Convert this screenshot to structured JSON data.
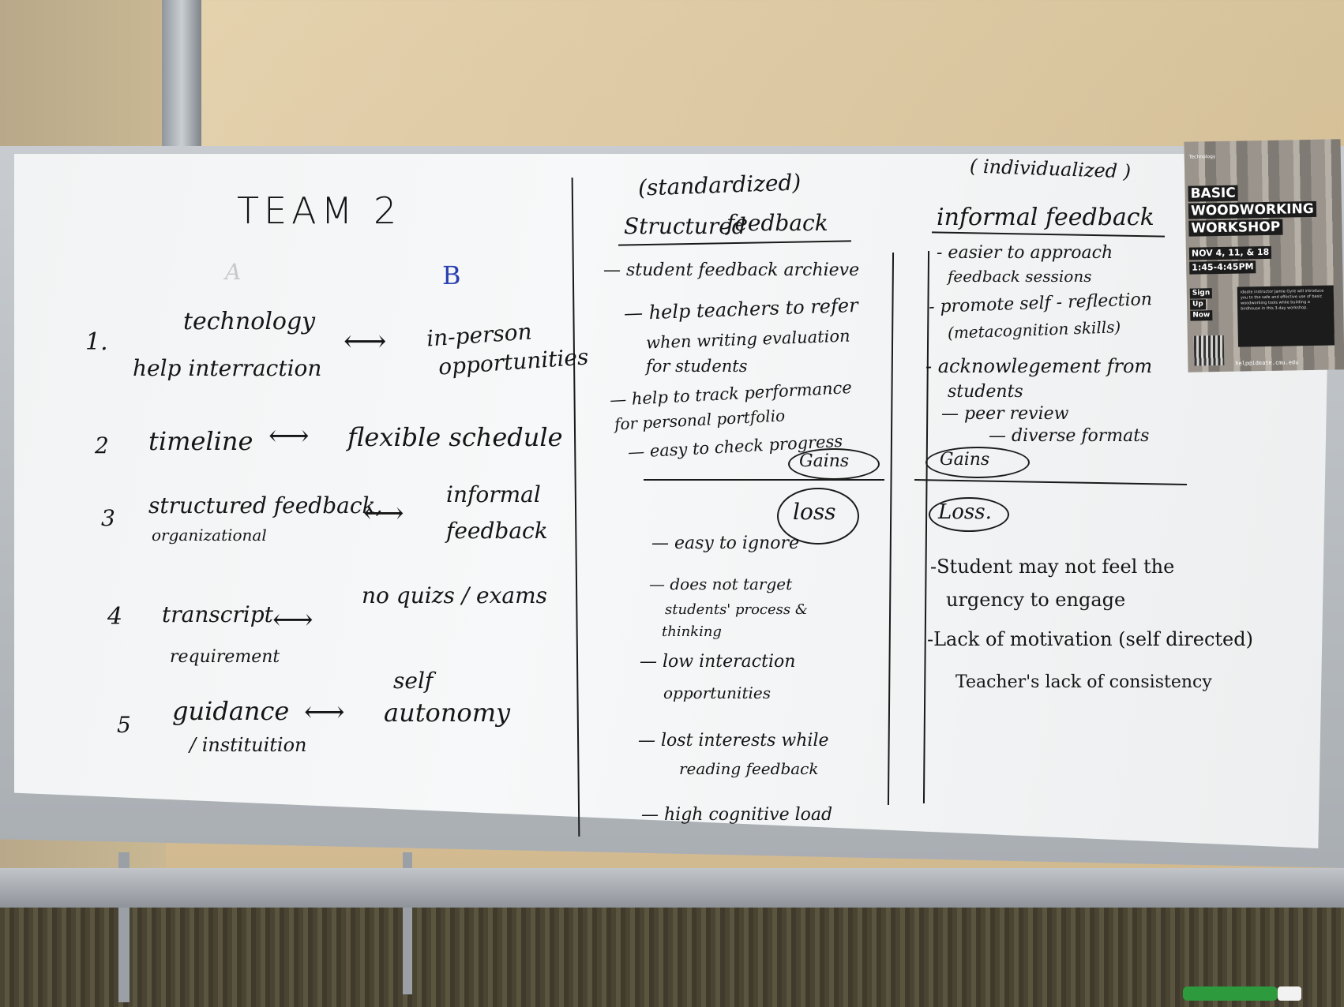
{
  "left": {
    "title": "TEAM 2",
    "col_a": "A",
    "col_b": "B",
    "rows": [
      {
        "num": "1.",
        "a1": "technology",
        "a2": "help interraction",
        "arrow": "⟷",
        "b1": "in-person",
        "b2": "opportunities"
      },
      {
        "num": "2",
        "a1": "timeline",
        "arrow": "⟷",
        "b1": "flexible schedule"
      },
      {
        "num": "3",
        "a1": "structured feedback,",
        "a2": "organizational",
        "arrow": "⟷",
        "b1": "informal",
        "b2": "feedback"
      },
      {
        "num": "4",
        "a1": "transcript",
        "a2": "requirement",
        "arrow": "⟷",
        "b1": "no quizs / exams"
      },
      {
        "num": "5",
        "a1": "guidance",
        "a2": "/ instituition",
        "arrow": "⟷",
        "b1": "self",
        "b2": "autonomy"
      }
    ]
  },
  "middle": {
    "sub": "(standardized)",
    "heading_a": "Structured",
    "heading_b": "feedback",
    "gains_items": [
      "— student feedback archieve",
      "— help teachers to refer",
      "when writing evaluation",
      "for students",
      "— help to track performance",
      "for personal portfolio",
      "— easy to check progress"
    ],
    "gains_label": "Gains",
    "loss_label": "loss",
    "loss_items": [
      "— easy to ignore",
      "— does not target",
      "students' process &",
      "thinking",
      "— low interaction",
      "opportunities",
      "— lost interests while",
      "reading feedback",
      "— high cognitive load"
    ]
  },
  "right": {
    "sub": "( individualized )",
    "heading": "informal feedback",
    "gains_items": [
      "- easier to approach",
      "feedback sessions",
      "- promote self - reflection",
      "(metacognition skills)",
      "- acknowlegement from",
      "students",
      "— peer review",
      "— diverse formats"
    ],
    "gains_label": "Gains",
    "loss_label": "Loss.",
    "loss_items": [
      "-Student may not feel the",
      "urgency to engage",
      "-Lack of motivation (self directed)",
      "Teacher's lack of consistency"
    ]
  },
  "poster": {
    "tag": "Technology",
    "title_lines": [
      "BASIC",
      "WOODWORKING",
      "WORKSHOP"
    ],
    "dates_lines": [
      "NOV 4, 11, & 18",
      "1:45-4:45PM"
    ],
    "signup_lines": [
      "Sign",
      "Up",
      "Now"
    ],
    "blurb": "ideate instructor Jamie Gyre will introduce you to the safe and effective use of basic woodworking tools while building a birdhouse in this 3-day workshop.",
    "url": "help@ideate.cmu.edu"
  }
}
